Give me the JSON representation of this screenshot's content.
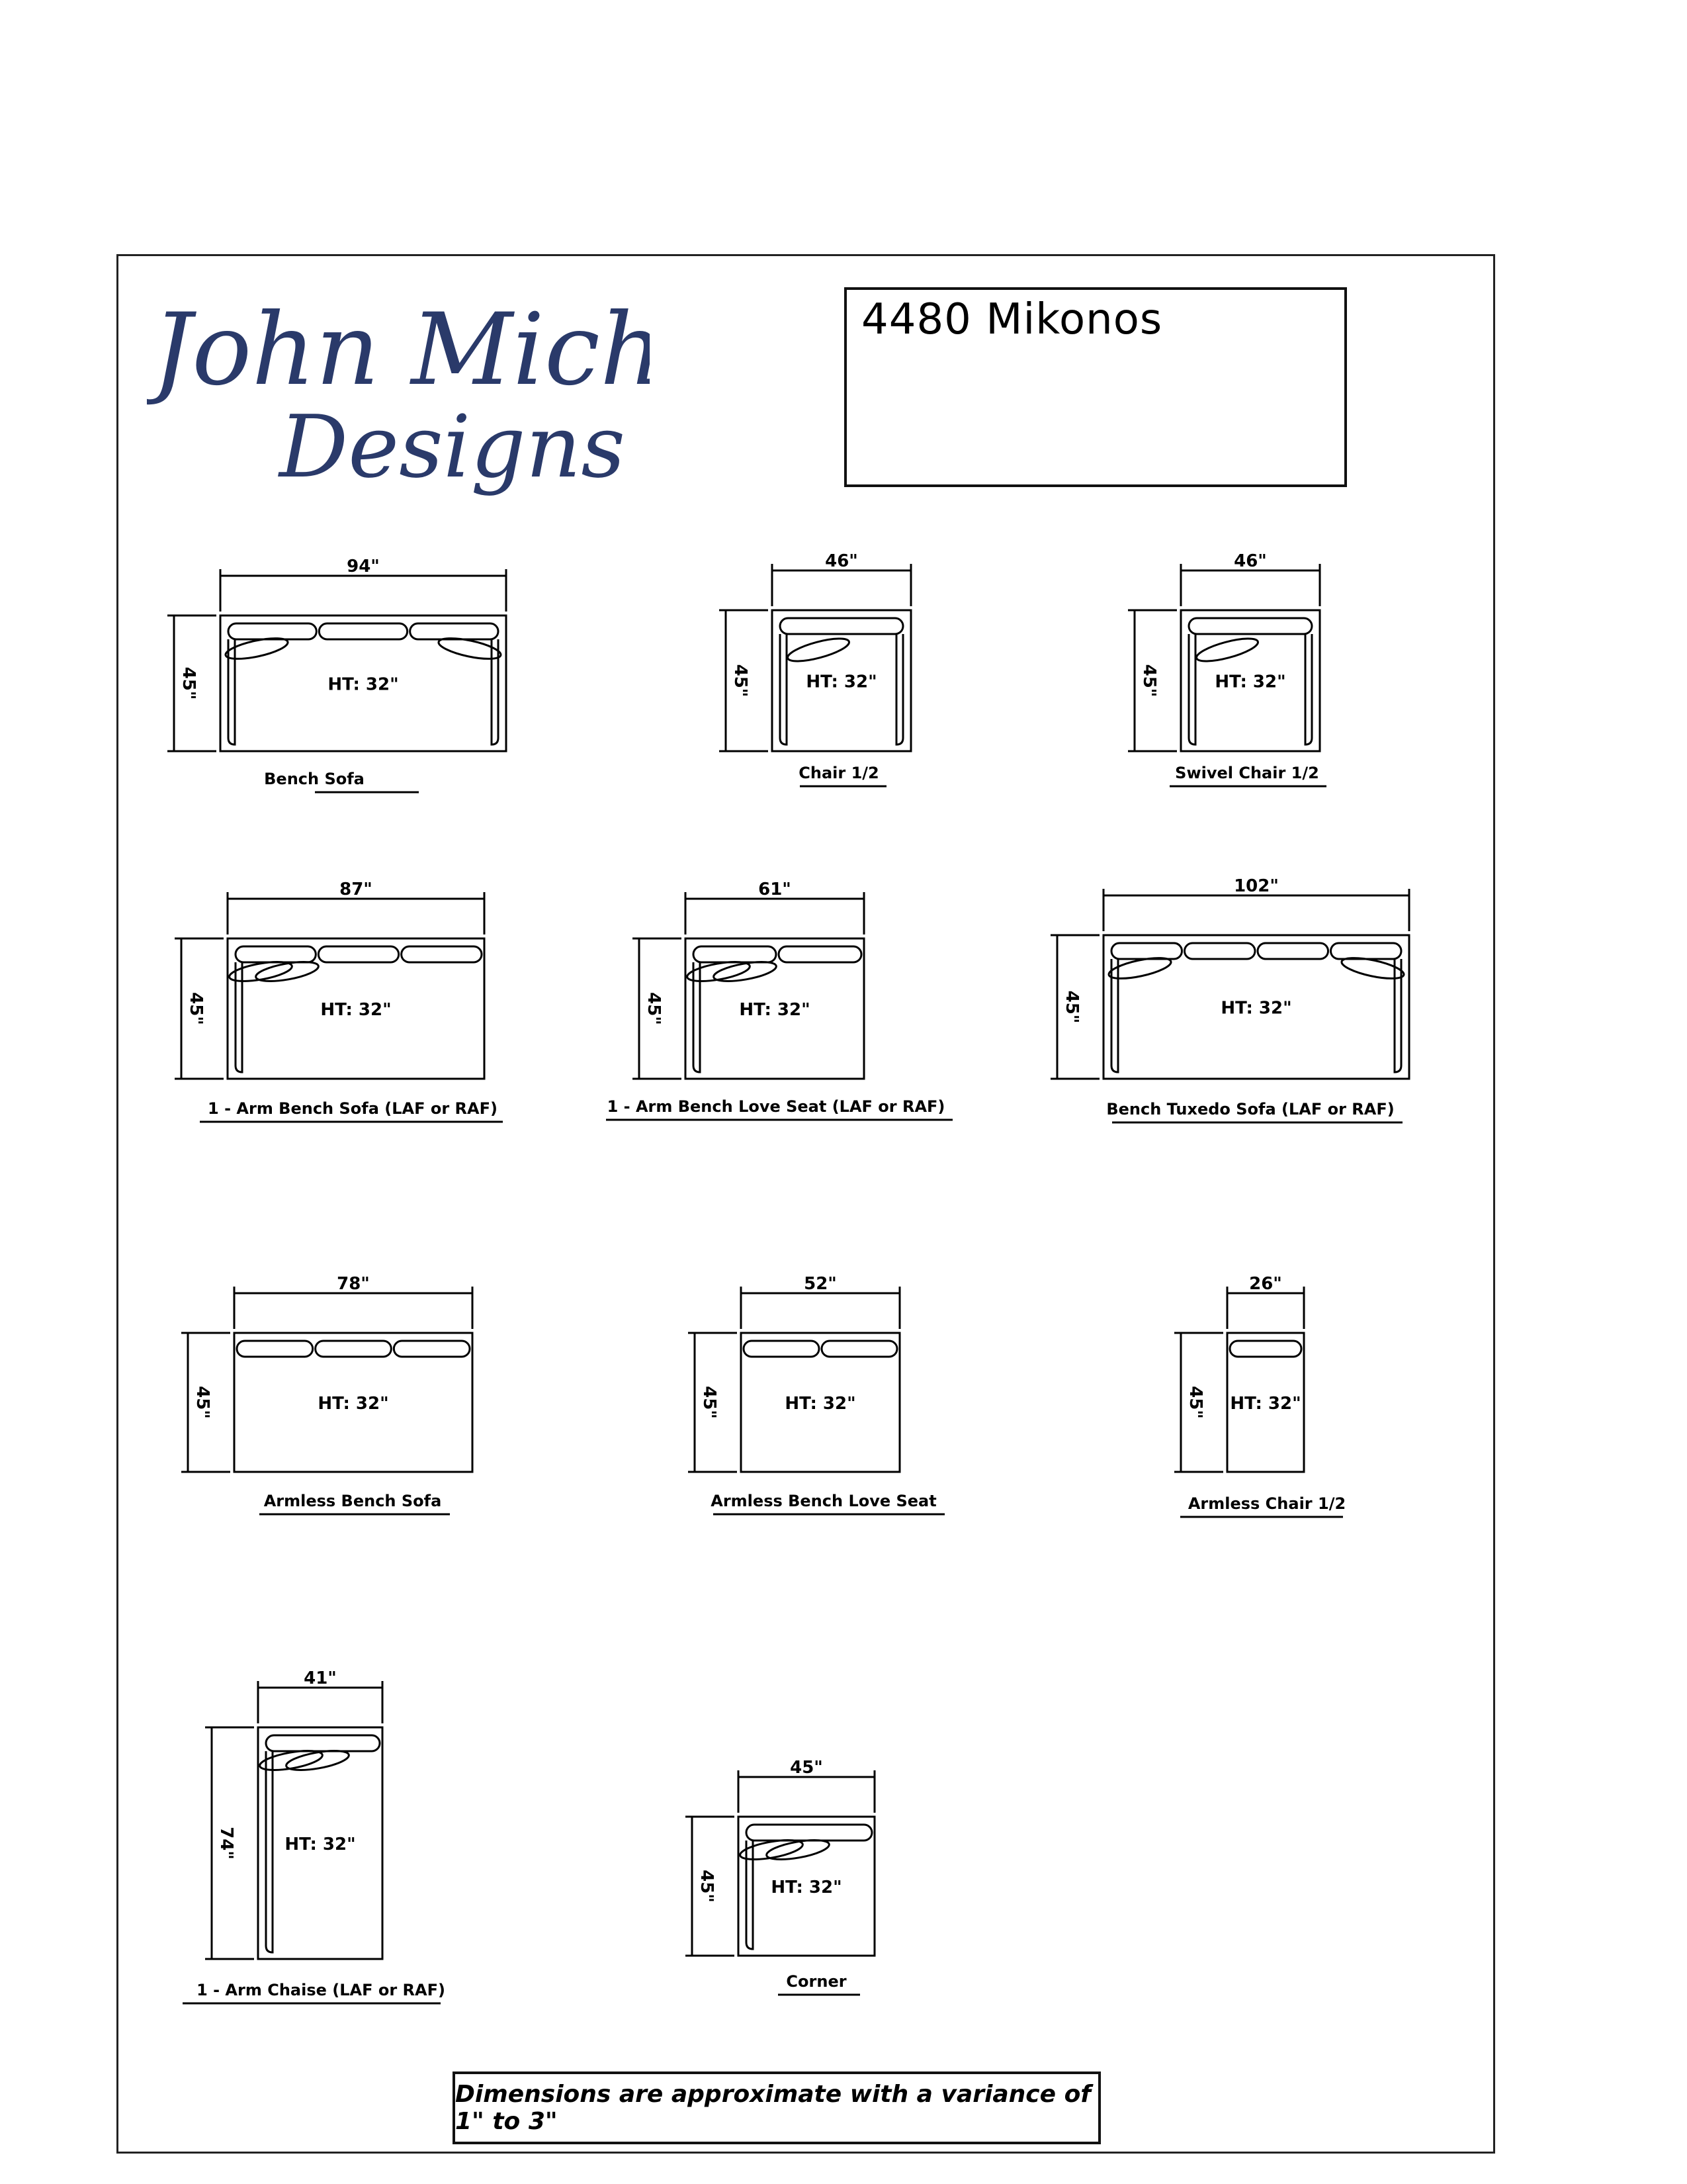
{
  "brand": {
    "logo_line1": "John Michael",
    "logo_line2": "Designs",
    "ink_color": "#2a3a6a"
  },
  "title": "4480 Mikonos",
  "note": "Dimensions are approximate with a variance of 1\" to 3\"",
  "pieces": [
    {
      "name": "Bench Sofa",
      "width": "94\"",
      "depth": "45\"",
      "height": "HT: 32\""
    },
    {
      "name": "Chair 1/2",
      "width": "46\"",
      "depth": "45\"",
      "height": "HT: 32\""
    },
    {
      "name": "Swivel Chair 1/2",
      "width": "46\"",
      "depth": "45\"",
      "height": "HT: 32\""
    },
    {
      "name": "1 - Arm Bench Sofa (LAF or RAF)",
      "width": "87\"",
      "depth": "45\"",
      "height": "HT: 32\""
    },
    {
      "name": "1 - Arm Bench Love Seat (LAF or RAF)",
      "width": "61\"",
      "depth": "45\"",
      "height": "HT: 32\""
    },
    {
      "name": "Bench Tuxedo Sofa (LAF or RAF)",
      "width": "102\"",
      "depth": "45\"",
      "height": "HT: 32\""
    },
    {
      "name": "Armless Bench Sofa",
      "width": "78\"",
      "depth": "45\"",
      "height": "HT: 32\""
    },
    {
      "name": "Armless Bench Love Seat",
      "width": "52\"",
      "depth": "45\"",
      "height": "HT: 32\""
    },
    {
      "name": "Armless Chair 1/2",
      "width": "26\"",
      "depth": "45\"",
      "height": "HT: 32\""
    },
    {
      "name": "1 - Arm Chaise (LAF or RAF)",
      "width": "41\"",
      "depth": "74\"",
      "height": "HT: 32\""
    },
    {
      "name": "Corner",
      "width": "45\"",
      "depth": "45\"",
      "height": "HT: 32\""
    }
  ]
}
